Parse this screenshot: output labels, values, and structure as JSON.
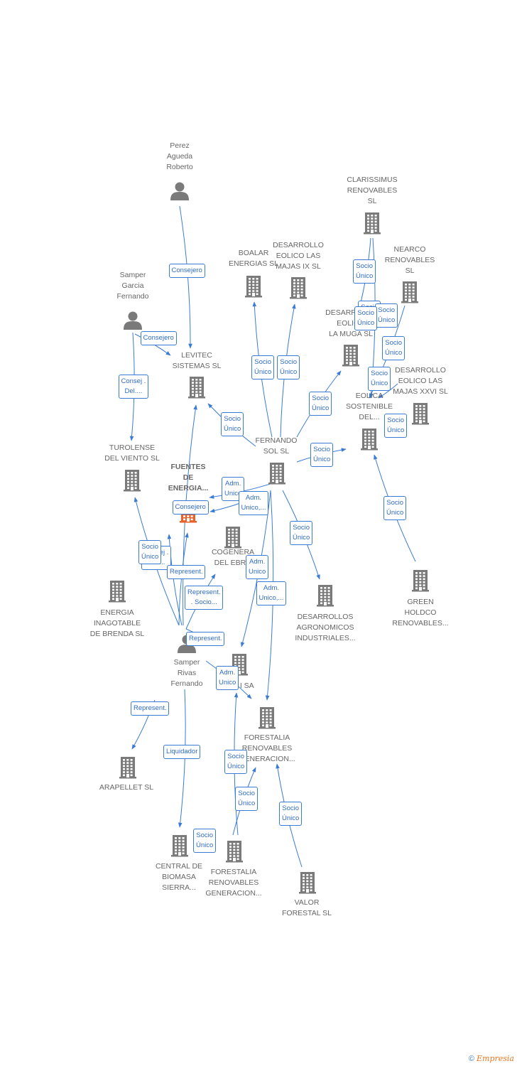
{
  "nodes": [
    {
      "id": "perez",
      "label": "Perez\nAgueda\nRoberto",
      "type": "person"
    },
    {
      "id": "samper_garcia",
      "label": "Samper\nGarcia\nFernando",
      "type": "person"
    },
    {
      "id": "levitec",
      "label": "LEVITEC\nSISTEMAS  SL",
      "type": "company"
    },
    {
      "id": "turolense",
      "label": "TUROLENSE\nDEL VIENTO SL",
      "type": "company"
    },
    {
      "id": "fuentes",
      "label": "FUENTES\nDE\nENERGIA...",
      "type": "main"
    },
    {
      "id": "cogenera",
      "label": "COGENERA\nDEL EBRO",
      "type": "company"
    },
    {
      "id": "energia_inagotable",
      "label": "ENERGIA\nINAGOTABLE\nDE BRENDA  SL",
      "type": "company"
    },
    {
      "id": "samper_rivas",
      "label": "Samper\nRivas\nFernando",
      "type": "person"
    },
    {
      "id": "arapellet",
      "label": "ARAPELLET  SL",
      "type": "company"
    },
    {
      "id": "central_biomasa",
      "label": "CENTRAL DE\nBIOMASA\nSIERRA...",
      "type": "company"
    },
    {
      "id": "forestalia_gen2",
      "label": "FORESTALIA\nRENOVABLES\nGENERACION...",
      "type": "company"
    },
    {
      "id": "sol_i",
      "label": "SOL I SA",
      "type": "company"
    },
    {
      "id": "forestalia_gen",
      "label": "FORESTALIA\nRENOVABLES\nGENERACION...",
      "type": "company"
    },
    {
      "id": "valor_forestal",
      "label": "VALOR\nFORESTAL SL",
      "type": "company"
    },
    {
      "id": "desarrollos_agro",
      "label": "DESARROLLOS\nAGRONOMICOS\nINDUSTRIALES...",
      "type": "company"
    },
    {
      "id": "fernando_sol",
      "label": "FERNANDO\nSOL SL",
      "type": "company"
    },
    {
      "id": "boalar",
      "label": "BOALAR\nENERGIAS  SL",
      "type": "company"
    },
    {
      "id": "desarrollo_ix",
      "label": "DESARROLLO\nEOLICO LAS\nMAJAS IX  SL",
      "type": "company"
    },
    {
      "id": "clarissimus",
      "label": "CLARISSIMUS\nRENOVABLES\nSL",
      "type": "company"
    },
    {
      "id": "nearco",
      "label": "NEARCO\nRENOVABLES\nSL",
      "type": "company"
    },
    {
      "id": "desarrollo_muga",
      "label": "DESARROLLO\nEOLICO\nLA MUGA SL",
      "type": "company"
    },
    {
      "id": "eolica_sostenible",
      "label": "EOLICA\nSOSTENIBLE\nDEL...",
      "type": "company"
    },
    {
      "id": "desarrollo_xxvi",
      "label": "DESARROLLO\nEOLICO LAS\nMAJAS XXVI  SL",
      "type": "company"
    },
    {
      "id": "green_holdco",
      "label": "GREEN\nHOLDCO\nRENOVABLES...",
      "type": "company"
    }
  ],
  "badges": [
    "Consejero",
    "Consejero",
    "Consej .\nDel....",
    "Socio\nÚnico",
    "Adm.\nUnico",
    "Adm.\nUnico,...",
    "Consejero",
    "Consej .\nDel....",
    "Socio\nÚnico",
    "Represent.",
    "Represent.\n. Socio...",
    "Adm.\nUnico",
    "Adm.\nUnico,...",
    "Represent.",
    "Adm.\nUnico",
    "Represent.",
    "Liquidador",
    "Socio\nÚnico",
    "Socio\nÚnico",
    "Socio\nÚnico",
    "Socio\nÚnico",
    "Socio\nÚnico",
    "Socio\nÚnico",
    "Socio\nÚnico",
    "Socio\nÚnico",
    "Socio\nÚnico",
    "Socio\nÚnico",
    "Socio\nÚnico",
    "Socio\nÚnico",
    "Socio\nÚnico",
    "Socio\nÚnico",
    "Socio\nÚnico",
    "Socio\nÚnico",
    "Socio\nÚnico"
  ],
  "colors": {
    "edge": "#3a7bd5",
    "icon": "#7a7a7a",
    "main_icon": "#e8622a",
    "badge_text": "#2f6cc4"
  },
  "footer": {
    "copyright": "©",
    "brand": "Empresia"
  }
}
